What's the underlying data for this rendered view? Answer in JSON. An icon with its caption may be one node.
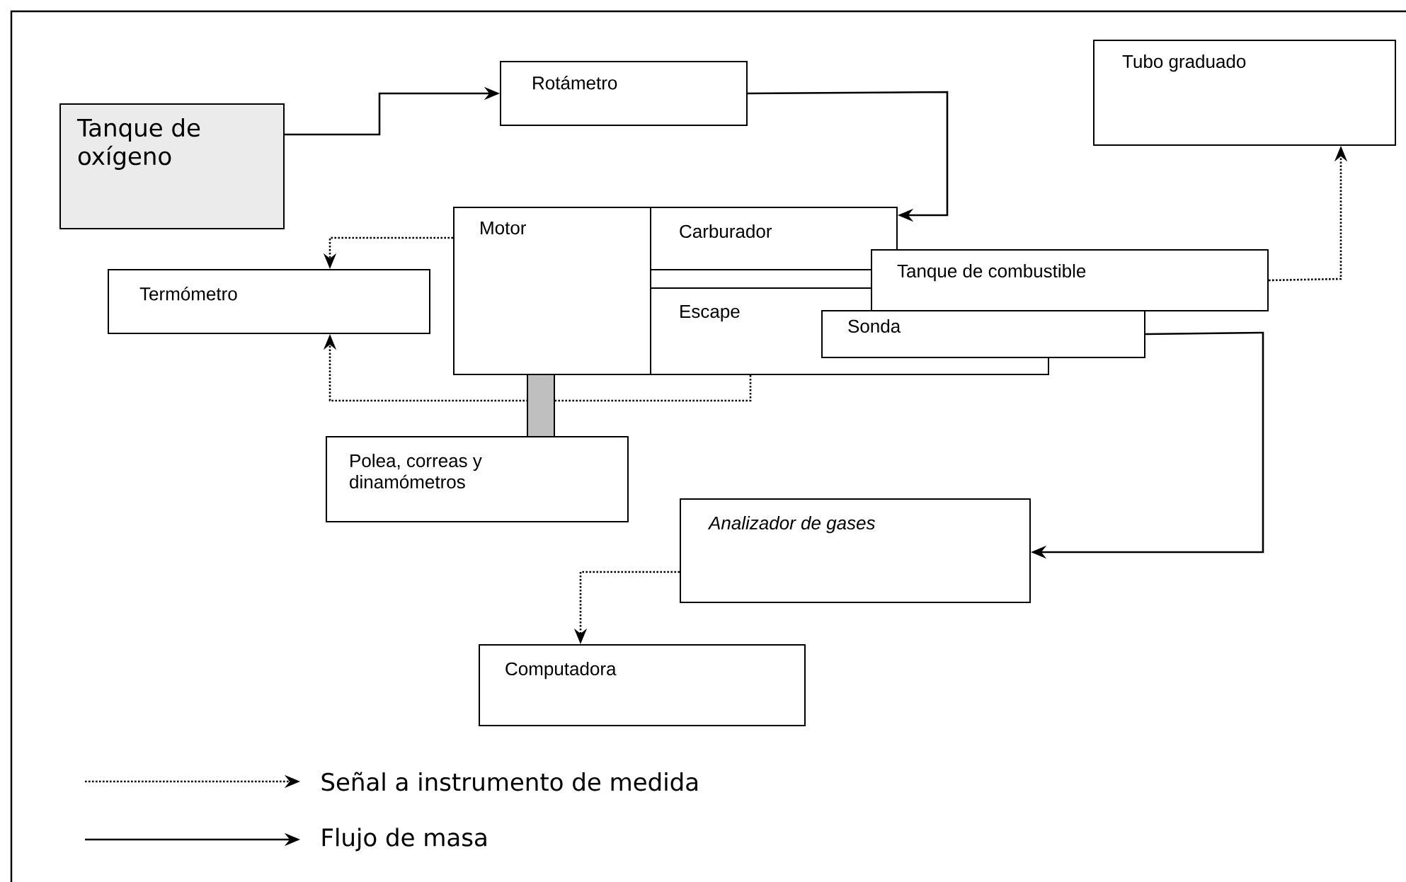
{
  "diagram": {
    "nodes": [
      {
        "text": [
          "Tanque de oxígeno"
        ]
      },
      {
        "text": [
          "Rotámetro"
        ]
      },
      {
        "text": [
          "Tubo graduado"
        ]
      },
      {
        "text": [
          "Motor"
        ]
      },
      {
        "text": [
          "Carburador"
        ]
      },
      {
        "text": [
          "Escape"
        ]
      },
      {
        "text": [
          "Tanque de combustible"
        ]
      },
      {
        "text": [
          "Sonda"
        ]
      },
      {
        "text": [
          "Termómetro"
        ]
      },
      {
        "text": [
          "Polea, correas y dinamómetros"
        ]
      },
      {
        "text": [
          "Analizador de gases"
        ]
      },
      {
        "text": [
          "Computadora"
        ]
      }
    ],
    "edges": [
      {
        "from": 0,
        "to": 1,
        "arrow": "to"
      },
      {
        "from": 1,
        "to": 4,
        "arrow": "to"
      },
      {
        "from": 3,
        "to": 8,
        "arrow": "to",
        "style": "dashed"
      },
      {
        "from": 5,
        "to": 8,
        "arrow": "to",
        "style": "dashed"
      },
      {
        "from": 6,
        "to": 2,
        "arrow": "to",
        "style": "dashed"
      },
      {
        "from": 7,
        "to": 10,
        "arrow": "to"
      },
      {
        "from": 10,
        "to": 11,
        "arrow": "to",
        "style": "dashed"
      },
      {
        "from": 3,
        "to": 9,
        "arrow": "none",
        "style": "thick"
      }
    ],
    "legend": [
      {
        "text": "Señal a instrumento de medida"
      },
      {
        "text": "Flujo de masa"
      }
    ]
  }
}
